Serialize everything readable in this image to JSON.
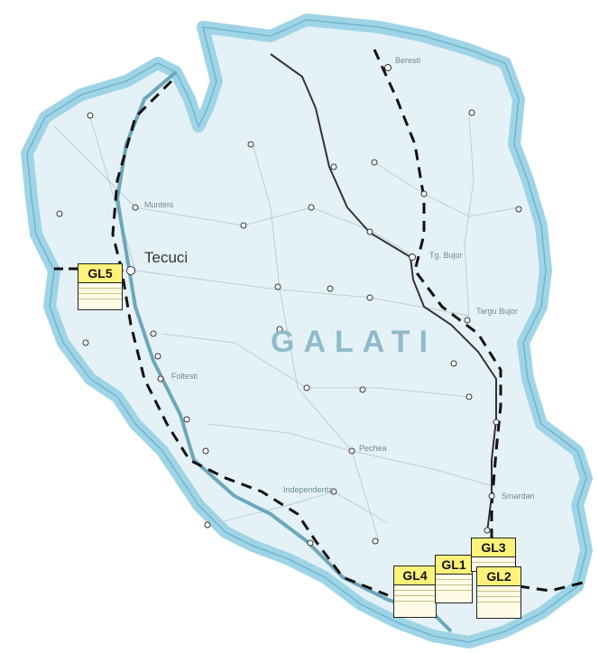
{
  "map": {
    "county_label": "GALATI",
    "city_label": "Tecuci",
    "colors": {
      "land": "#e4f2f7",
      "border": "#9fd4e6",
      "road": "#333333",
      "route": "#111111",
      "marker_fill": "#fff27a"
    },
    "markers": [
      {
        "id": "gl5",
        "label": "GL5"
      },
      {
        "id": "gl4",
        "label": "GL4"
      },
      {
        "id": "gl1",
        "label": "GL1"
      },
      {
        "id": "gl3",
        "label": "GL3"
      },
      {
        "id": "gl2",
        "label": "GL2"
      }
    ],
    "towns": [
      "Beresti",
      "Tg. Bujor",
      "Munteni",
      "Pechea",
      "Foltesti",
      "Independenta",
      "Targu Bujor",
      "Smardan"
    ]
  }
}
